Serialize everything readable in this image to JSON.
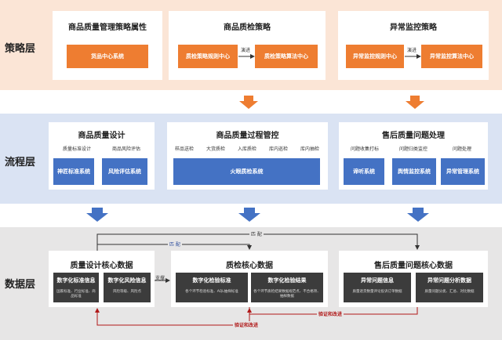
{
  "strategy": {
    "label": "策略层",
    "cards": [
      {
        "title": "商品质量管理策略属性",
        "boxes": [
          "货品中心系统"
        ]
      },
      {
        "title": "商品质检策略",
        "boxes": [
          "质检策略规则中心",
          "质检策略算法中心"
        ],
        "connector": "演进"
      },
      {
        "title": "异常监控策略",
        "boxes": [
          "异常监控规则中心",
          "异常监控算法中心"
        ],
        "connector": "演进"
      }
    ]
  },
  "process": {
    "label": "流程层",
    "cards": [
      {
        "title": "商品质量设计",
        "steps": [
          "质量标准设计",
          "商品风险评估"
        ],
        "boxes": [
          "神匠标准系统",
          "风险评估系统"
        ]
      },
      {
        "title": "商品质量过程管控",
        "steps": [
          "样品送检",
          "大货质检",
          "入库质检",
          "库内巡检",
          "库内抽检"
        ],
        "boxes": [
          "火眼质检系统"
        ]
      },
      {
        "title": "售后质量问题处理",
        "steps": [
          "问题收集打标",
          "问题归类监控",
          "问题处理"
        ],
        "boxes": [
          "谛听系统",
          "舆情监控系统",
          "异常管理系统"
        ]
      }
    ]
  },
  "data_layer": {
    "label": "数据层",
    "cards": [
      {
        "title": "质量设计核心数据",
        "boxes": [
          {
            "title": "数字化标准信息",
            "desc": "国家标准、行业标准、商品标准"
          },
          {
            "title": "数字化风险信息",
            "desc": "风险等级、风险点"
          }
        ]
      },
      {
        "title": "质检核心数据",
        "boxes": [
          {
            "title": "数字化检验标准",
            "desc": "各个环节检验标准、AQL抽样标准"
          },
          {
            "title": "数字化检验结果",
            "desc": "各个环节质检结果数据规范点、不合格项、抽样数据"
          }
        ]
      },
      {
        "title": "售后质量问题核心数据",
        "boxes": [
          {
            "title": "异常问题信息",
            "desc": "质量退货数量评论投诉订单数据"
          },
          {
            "title": "异常问题分析数据",
            "desc": "质量问题分类、汇总、对比数据"
          }
        ]
      }
    ],
    "support_label": "支撑",
    "match_label_top": "匹 配",
    "match_label_left": "匹 配",
    "verify_label_1": "验证和改进",
    "verify_label_2": "验证和改进"
  },
  "colors": {
    "strategy_bg": "#fbe5d6",
    "process_bg": "#dae3f3",
    "data_bg": "#e7e6e6",
    "orange": "#ee7d31",
    "blue": "#4472c4",
    "dark": "#3c3c3c",
    "red": "#b01818"
  }
}
